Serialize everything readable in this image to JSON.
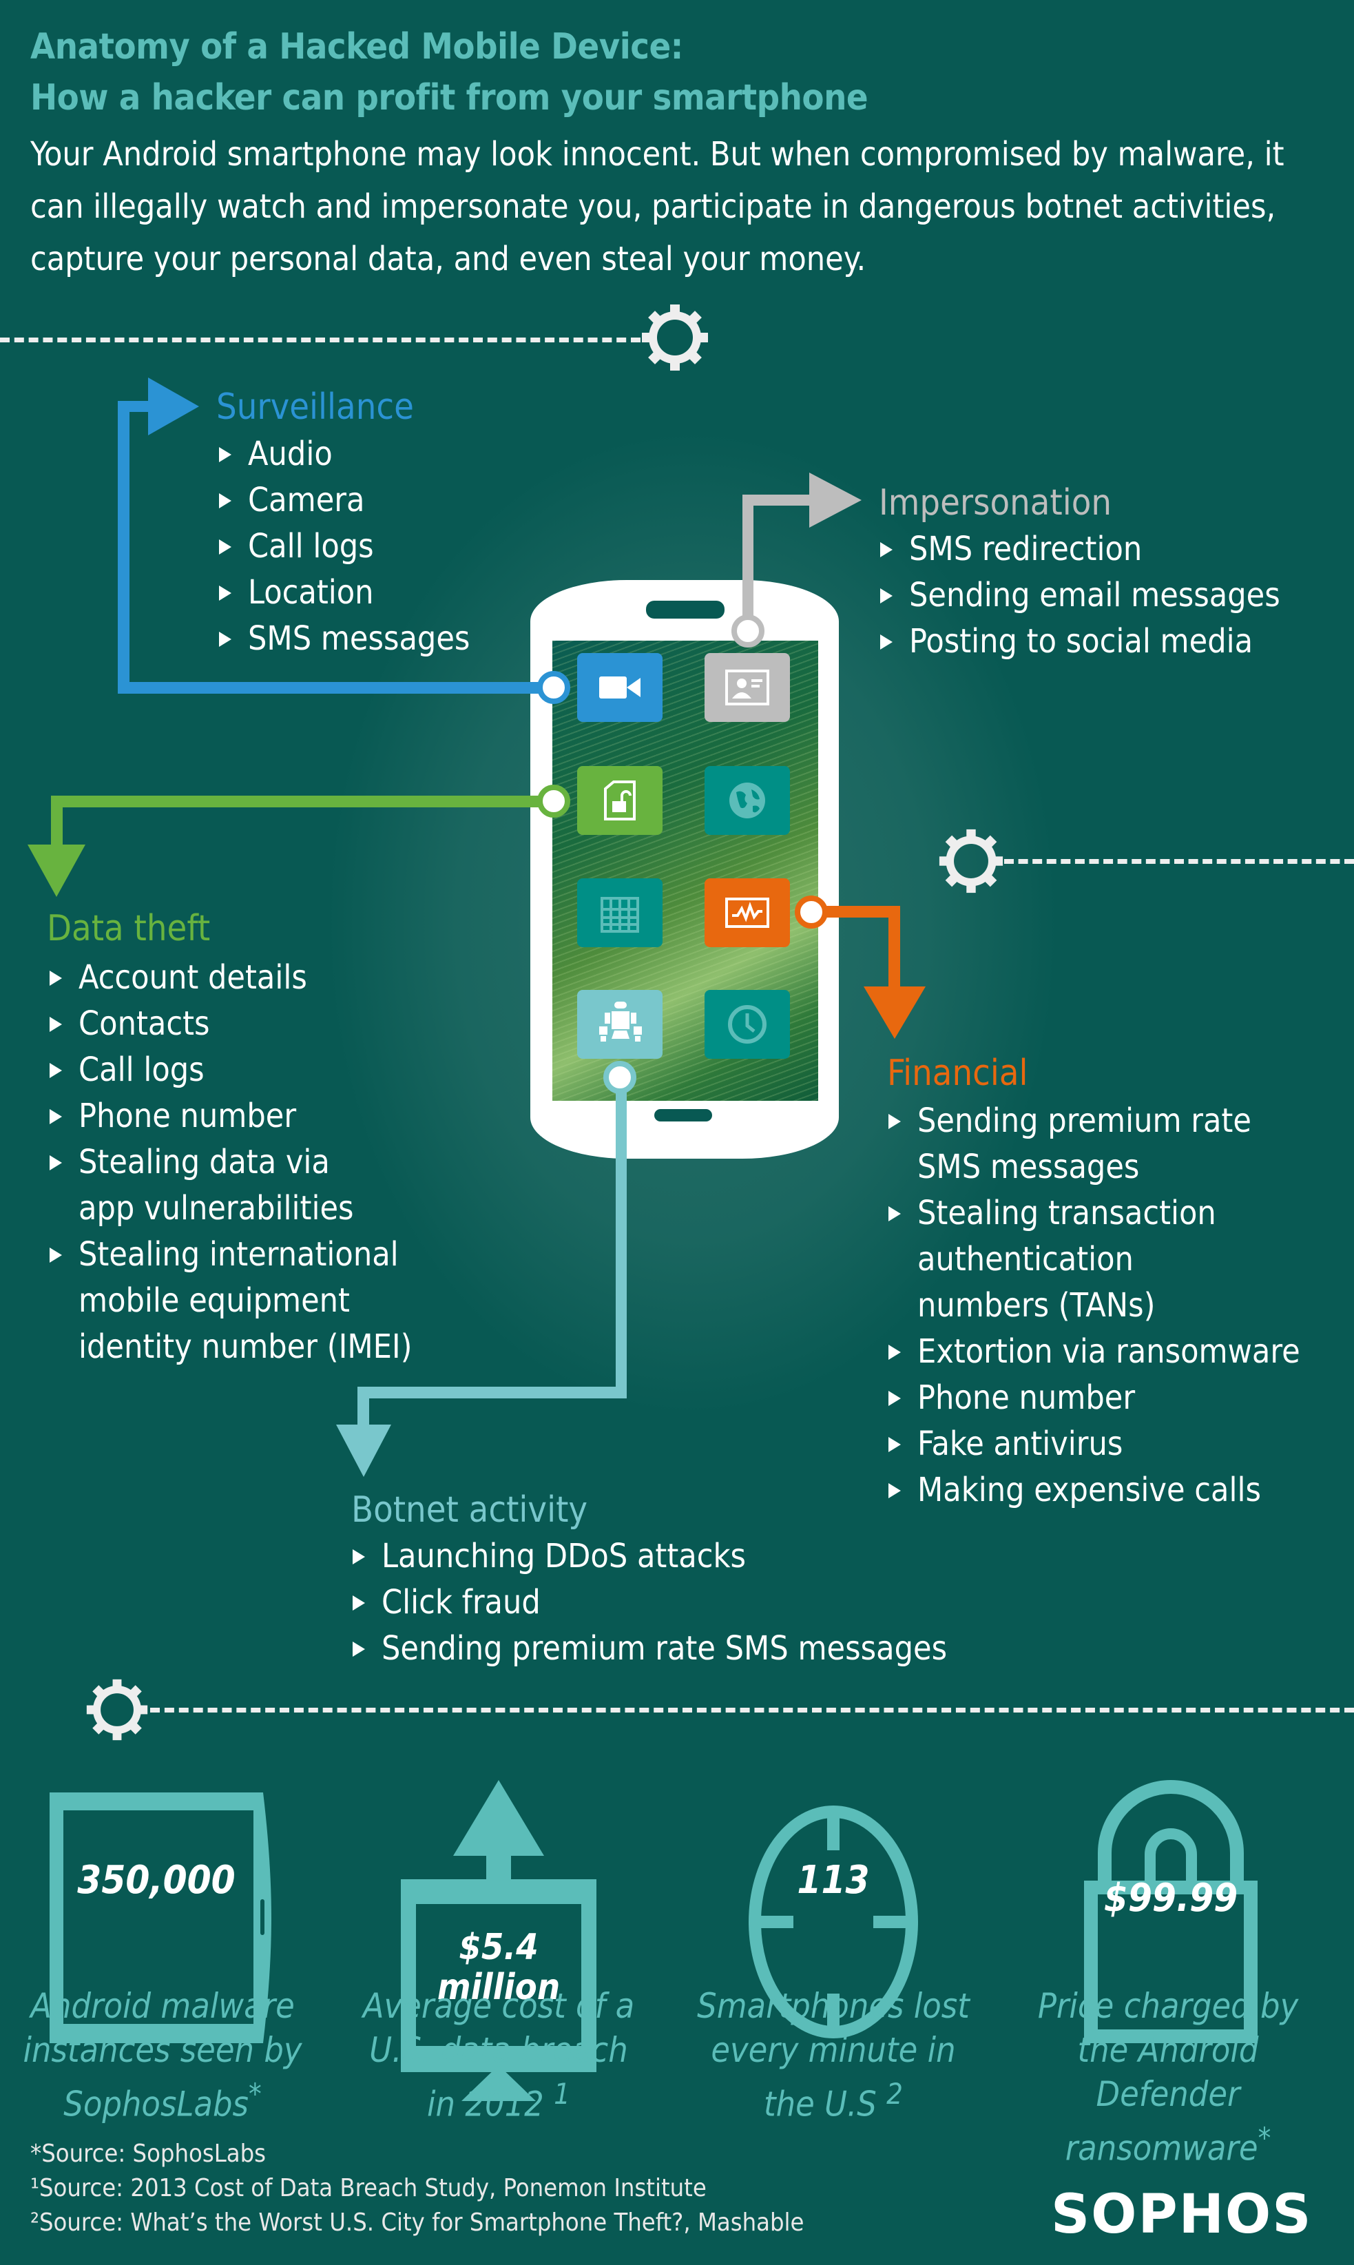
{
  "header": {
    "title_line1": "Anatomy of a Hacked Mobile Device:",
    "title_line2": "How a hacker can profit from your smartphone",
    "intro": "Your Android smartphone may look innocent. But when compromised by malware, it can illegally watch and impersonate you, participate in dangerous botnet activities, capture your personal data, and even steal your money."
  },
  "colors": {
    "background": "#085953",
    "title": "#5bbdb9",
    "surveillance": "#2b93d4",
    "impersonation": "#bdbdbd",
    "data_theft": "#68b33f",
    "financial": "#e8680f",
    "botnet": "#79c7cc",
    "tile_teal": "#008f86"
  },
  "sections": {
    "surveillance": {
      "title": "Surveillance",
      "icon": "video-camera-icon",
      "items": [
        "Audio",
        "Camera",
        "Call logs",
        "Location",
        "SMS messages"
      ]
    },
    "impersonation": {
      "title": "Impersonation",
      "icon": "id-card-icon",
      "items": [
        "SMS redirection",
        "Sending email messages",
        "Posting to social media"
      ]
    },
    "data_theft": {
      "title": "Data theft",
      "icon": "unlocked-document-icon",
      "items": [
        "Account details",
        "Contacts",
        "Call logs",
        "Phone number",
        "Stealing data via\napp vulnerabilities",
        "Stealing international\nmobile equipment\nidentity number (IMEI)"
      ]
    },
    "financial": {
      "title": "Financial",
      "icon": "chart-monitor-icon",
      "items": [
        "Sending premium rate\nSMS messages",
        "Stealing transaction\nauthentication\nnumbers (TANs)",
        "Extortion via ransomware",
        "Phone number",
        "Fake antivirus",
        "Making expensive calls"
      ]
    },
    "botnet": {
      "title": "Botnet activity",
      "icon": "robots-icon",
      "items": [
        "Launching DDoS attacks",
        "Click fraud",
        "Sending premium rate SMS messages"
      ]
    }
  },
  "phone": {
    "other_icons": [
      "globe-icon",
      "calendar-icon",
      "clock-icon"
    ]
  },
  "stats": [
    {
      "value": "350,000",
      "caption": "Android malware instances seen by SophosLabs",
      "mark": "*",
      "icon": "tablet-icon"
    },
    {
      "value_line1": "$5.4",
      "value_line2": "million",
      "caption": "Average cost of a U.S. data breach in 2012",
      "mark": "1",
      "icon": "monitor-arrow-up-icon"
    },
    {
      "value": "113",
      "caption": "Smartphones lost every minute in the U.S",
      "mark": "2",
      "icon": "crosshair-icon"
    },
    {
      "value": "$99.99",
      "caption": "Price charged by the Android Defender ransomware",
      "mark": "*",
      "icon": "padlock-icon"
    }
  ],
  "footnotes": [
    "*Source: SophosLabs",
    "¹Source: 2013 Cost of Data Breach Study, Ponemon Institute",
    "²Source: What’s the Worst U.S. City for Smartphone Theft?, Mashable"
  ],
  "brand": {
    "logo": "SOPHOS"
  }
}
